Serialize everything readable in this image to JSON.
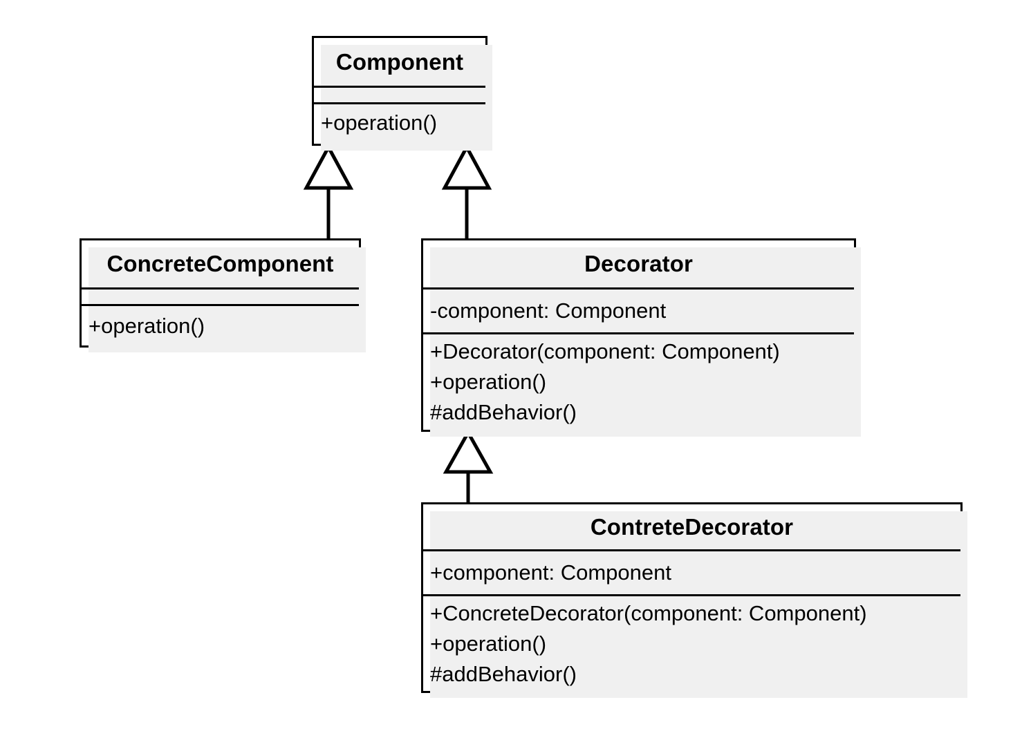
{
  "diagram": {
    "type": "uml-class-diagram",
    "pattern": "Decorator",
    "background_color": "#ffffff",
    "line_color": "#000000",
    "shadow_color": "#f0f0f0"
  },
  "classes": {
    "component": {
      "name": "Component",
      "attributes": [],
      "methods": [
        "+operation()"
      ]
    },
    "concrete_component": {
      "name": "ConcreteComponent",
      "attributes": [],
      "methods": [
        "+operation()"
      ]
    },
    "decorator": {
      "name": "Decorator",
      "attributes": [
        "-component: Component"
      ],
      "methods": [
        "+Decorator(component: Component)",
        "+operation()",
        "#addBehavior()"
      ]
    },
    "concrete_decorator": {
      "name": "ContreteDecorator",
      "attributes": [
        "+component: Component"
      ],
      "methods": [
        "+ConcreteDecorator(component: Component)",
        "+operation()",
        "#addBehavior()"
      ]
    }
  },
  "relationships": [
    {
      "kind": "generalization",
      "from": "ConcreteComponent",
      "to": "Component"
    },
    {
      "kind": "generalization",
      "from": "Decorator",
      "to": "Component"
    },
    {
      "kind": "generalization",
      "from": "ContreteDecorator",
      "to": "Decorator"
    }
  ]
}
